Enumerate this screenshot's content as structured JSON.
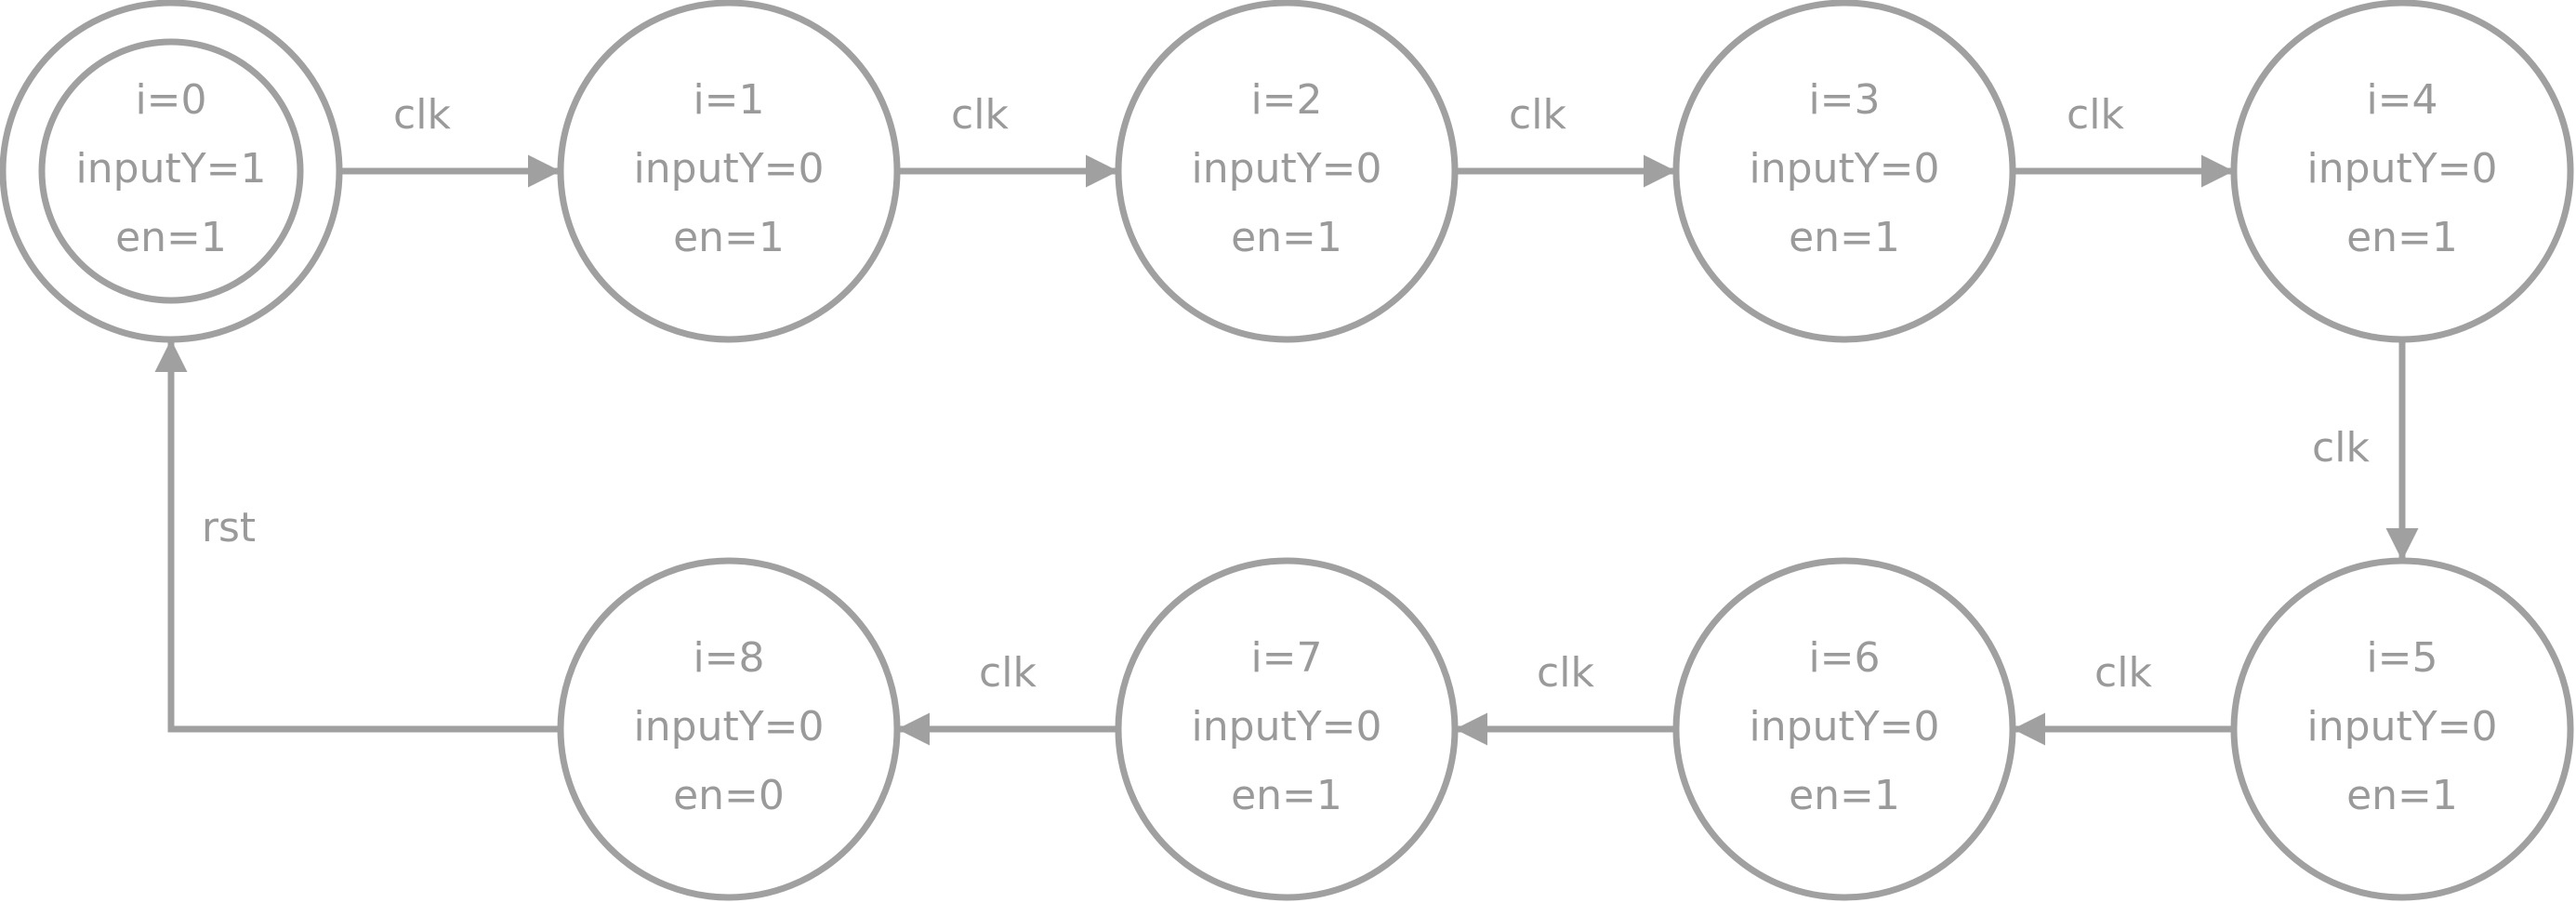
{
  "colors": {
    "stroke": "#a0a0a0",
    "text": "#9a9a9a",
    "background": "#ffffff"
  },
  "states": [
    {
      "id": "s0",
      "lines": [
        "i=0",
        "inputY=1",
        "en=1"
      ],
      "initial": true
    },
    {
      "id": "s1",
      "lines": [
        "i=1",
        "inputY=0",
        "en=1"
      ]
    },
    {
      "id": "s2",
      "lines": [
        "i=2",
        "inputY=0",
        "en=1"
      ]
    },
    {
      "id": "s3",
      "lines": [
        "i=3",
        "inputY=0",
        "en=1"
      ]
    },
    {
      "id": "s4",
      "lines": [
        "i=4",
        "inputY=0",
        "en=1"
      ]
    },
    {
      "id": "s5",
      "lines": [
        "i=5",
        "inputY=0",
        "en=1"
      ]
    },
    {
      "id": "s6",
      "lines": [
        "i=6",
        "inputY=0",
        "en=1"
      ]
    },
    {
      "id": "s7",
      "lines": [
        "i=7",
        "inputY=0",
        "en=1"
      ]
    },
    {
      "id": "s8",
      "lines": [
        "i=8",
        "inputY=0",
        "en=0"
      ]
    }
  ],
  "transitions": [
    {
      "from": "s0",
      "to": "s1",
      "label": "clk"
    },
    {
      "from": "s1",
      "to": "s2",
      "label": "clk"
    },
    {
      "from": "s2",
      "to": "s3",
      "label": "clk"
    },
    {
      "from": "s3",
      "to": "s4",
      "label": "clk"
    },
    {
      "from": "s4",
      "to": "s5",
      "label": "clk"
    },
    {
      "from": "s5",
      "to": "s6",
      "label": "clk"
    },
    {
      "from": "s6",
      "to": "s7",
      "label": "clk"
    },
    {
      "from": "s7",
      "to": "s8",
      "label": "clk"
    },
    {
      "from": "s8",
      "to": "s0",
      "label": "rst"
    }
  ]
}
